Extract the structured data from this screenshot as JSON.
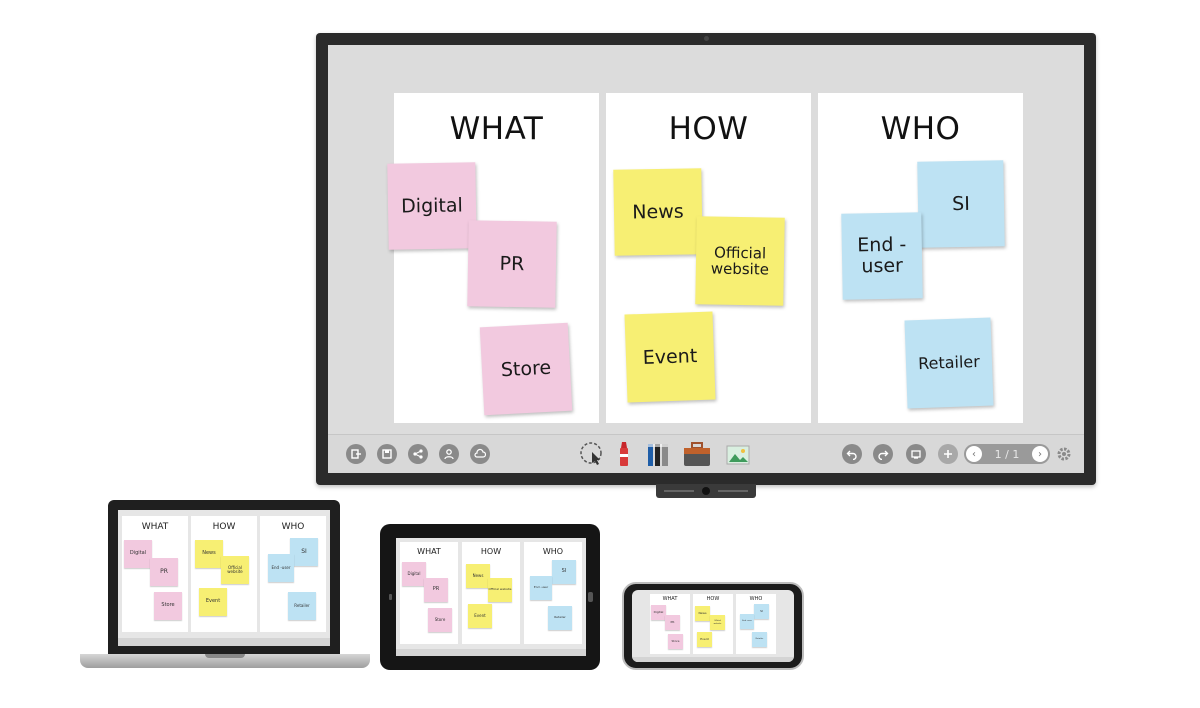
{
  "board": {
    "columns": [
      {
        "title": "WHAT",
        "notes": [
          "Digital",
          "PR",
          "Store"
        ]
      },
      {
        "title": "HOW",
        "notes": [
          "News",
          "Official website",
          "Event"
        ]
      },
      {
        "title": "WHO",
        "notes": [
          "SI",
          "End -user",
          "Retailer"
        ]
      }
    ]
  },
  "toolbar": {
    "page_indicator": "1 / 1"
  },
  "colors": {
    "pink": "#f2c9df",
    "yellow": "#f7ef73",
    "blue": "#bde2f3",
    "board": "#dcdcdc",
    "bezel": "#2b2b2b"
  },
  "icons": {
    "left_buttons": [
      "exit-icon",
      "save-icon",
      "share-icon",
      "user-icon",
      "cloud-user-icon"
    ],
    "tools": [
      "select-cursor-icon",
      "marker-pen-icon",
      "text-tool-icon",
      "toolbox-icon",
      "image-insert-icon"
    ],
    "right_buttons": [
      "undo-icon",
      "redo-icon",
      "page-thumbnail-icon",
      "add-page-icon",
      "settings-icon"
    ]
  }
}
